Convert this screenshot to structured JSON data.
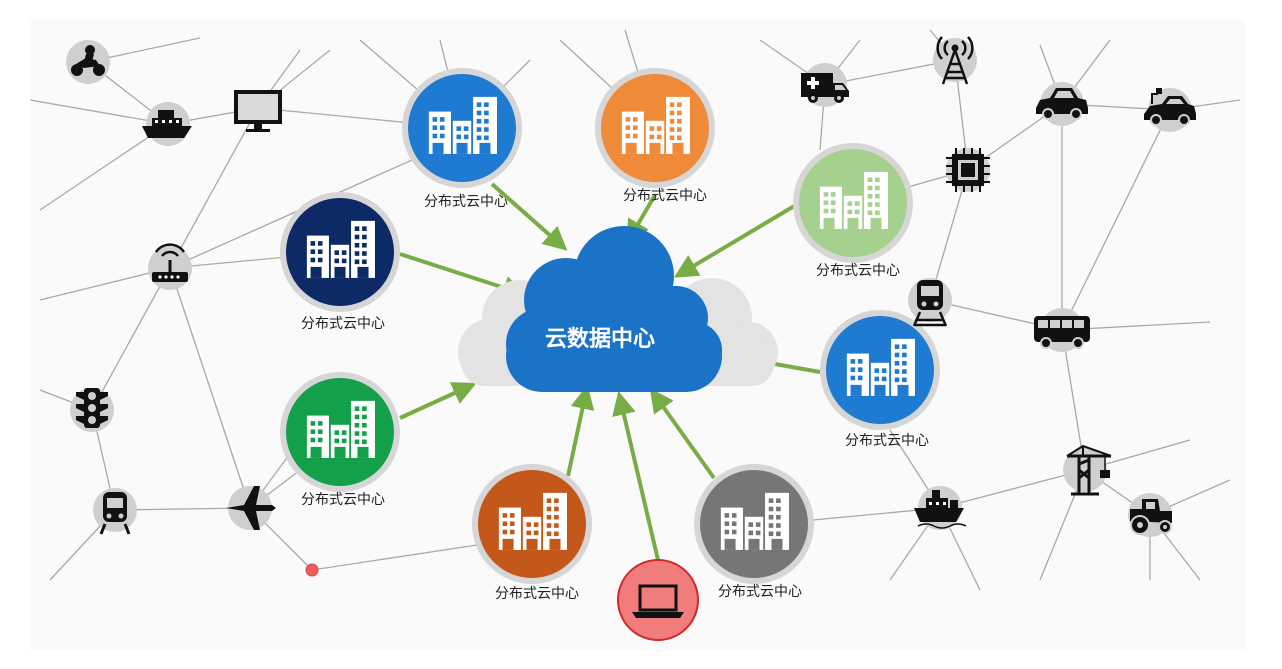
{
  "cloud": {
    "label": "云数据中心"
  },
  "centers": [
    {
      "id": "center-top-left",
      "label": "分布式云中心",
      "color": "#1f7ad1"
    },
    {
      "id": "center-top",
      "label": "分布式云中心",
      "color": "#ee8a38"
    },
    {
      "id": "center-top-right",
      "label": "分布式云中心",
      "color": "#a6d08e"
    },
    {
      "id": "center-left",
      "label": "分布式云中心",
      "color": "#0d2a66"
    },
    {
      "id": "center-right",
      "label": "分布式云中心",
      "color": "#1f7ad1"
    },
    {
      "id": "center-lower-left",
      "label": "分布式云中心",
      "color": "#14a04b"
    },
    {
      "id": "center-bottom",
      "label": "分布式云中心",
      "color": "#c4581b"
    },
    {
      "id": "center-bottom-right",
      "label": "分布式云中心",
      "color": "#767676"
    }
  ],
  "devices": [
    "motorcycle-icon",
    "ship-icon",
    "monitor-icon",
    "router-icon",
    "traffic-light-icon",
    "train-icon",
    "airplane-icon",
    "laptop-icon",
    "ambulance-icon",
    "cell-tower-icon",
    "car-icon",
    "electric-car-icon",
    "chip-icon",
    "train-icon",
    "bus-icon",
    "ship-icon",
    "crane-icon",
    "tractor-icon"
  ],
  "colors": {
    "arrow": "#78ad45",
    "line": "#a9a9a9",
    "device_bg": "#cfcfcf",
    "cloud_front": "#1a73c7",
    "cloud_back": "#e2e2e2",
    "laptop_bg": "#f07c7c",
    "small_node": "#f05a5a"
  }
}
